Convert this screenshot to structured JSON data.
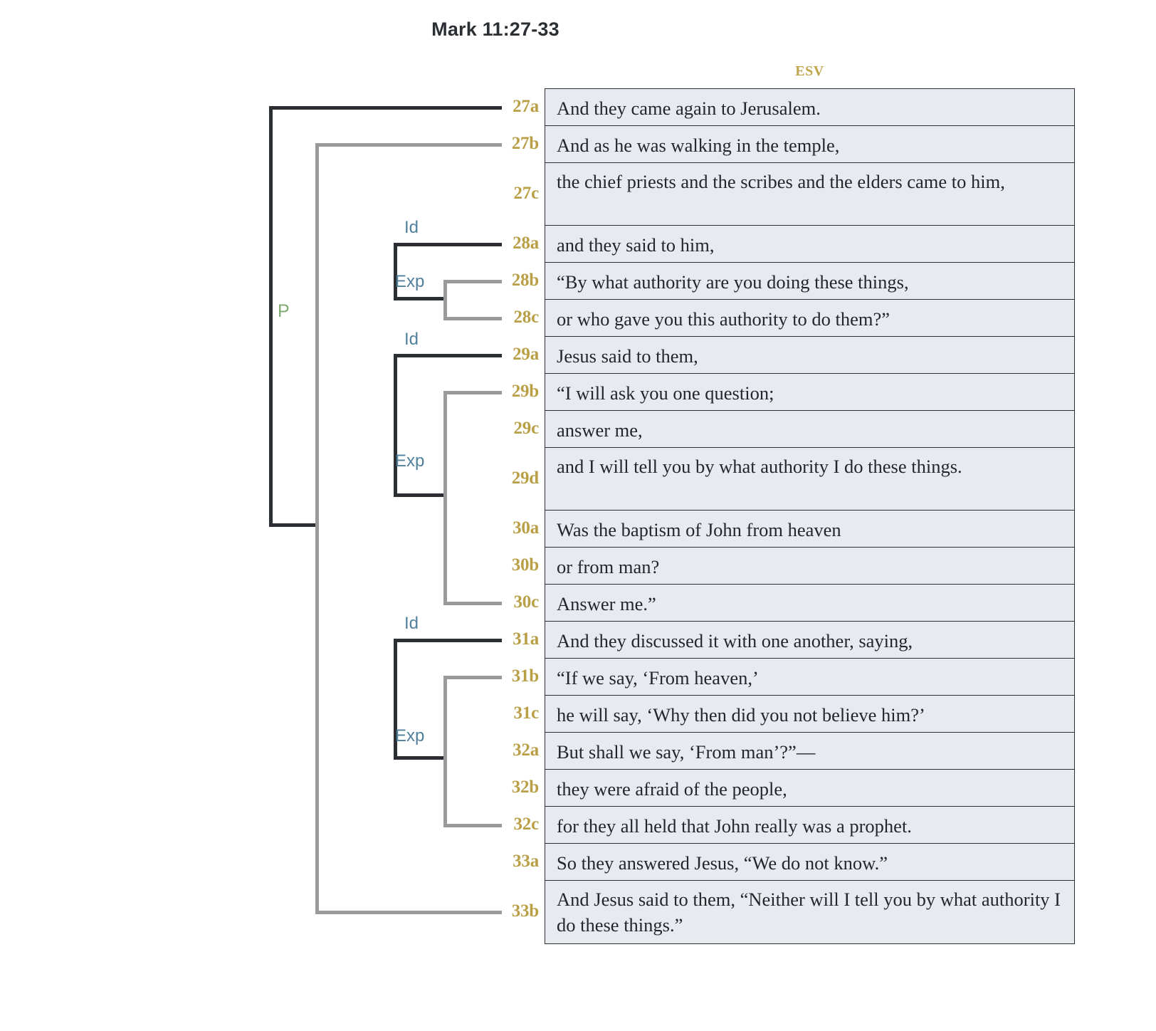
{
  "header": {
    "title": "Mark 11:27-33",
    "version_label": "ESV"
  },
  "colors": {
    "bracket_dark": "#2b2e33",
    "bracket_gray": "#9a9a9a",
    "reference_gold": "#b99f46",
    "relation_blue": "#52809c",
    "relation_green_p": "#7fab72",
    "cell_background": "#e7ebef",
    "text": "#24262b"
  },
  "rows": [
    {
      "ref": "27a",
      "text": "And they came again to Jerusalem.",
      "lines": 1
    },
    {
      "ref": "27b",
      "text": "And as he was walking in the temple,",
      "lines": 1
    },
    {
      "ref": "27c",
      "text": "the chief priests and the scribes and the elders came to him,",
      "lines": 2
    },
    {
      "ref": "28a",
      "text": "and they said to him,",
      "lines": 1
    },
    {
      "ref": "28b",
      "text": "“By what authority are you doing these things,",
      "lines": 1
    },
    {
      "ref": "28c",
      "text": "or who gave you this authority to do them?”",
      "lines": 1
    },
    {
      "ref": "29a",
      "text": "Jesus said to them,",
      "lines": 1
    },
    {
      "ref": "29b",
      "text": "“I will ask you one question;",
      "lines": 1
    },
    {
      "ref": "29c",
      "text": "answer me,",
      "lines": 1
    },
    {
      "ref": "29d",
      "text": "and I will tell you by what authority I do these things.",
      "lines": 2
    },
    {
      "ref": "30a",
      "text": "Was the baptism of John from heaven",
      "lines": 1
    },
    {
      "ref": "30b",
      "text": "or from man?",
      "lines": 1
    },
    {
      "ref": "30c",
      "text": "Answer me.”",
      "lines": 1
    },
    {
      "ref": "31a",
      "text": "And they discussed it with one another, saying,",
      "lines": 1
    },
    {
      "ref": "31b",
      "text": "“If we say, ‘From heaven,’",
      "lines": 1
    },
    {
      "ref": "31c",
      "text": "he will say, ‘Why then did you not believe him?’",
      "lines": 1
    },
    {
      "ref": "32a",
      "text": "But shall we say, ‘From man’?”—",
      "lines": 1
    },
    {
      "ref": "32b",
      "text": "they were afraid of the people,",
      "lines": 1
    },
    {
      "ref": "32c",
      "text": "for they all held that John really was a prophet.",
      "lines": 1
    },
    {
      "ref": "33a",
      "text": "So they answered Jesus, “We do not know.”",
      "lines": 1
    },
    {
      "ref": "33b",
      "text": "And Jesus said to them, “Neither will I tell you by what authority I do these things.”",
      "lines": 2
    }
  ],
  "relations": [
    {
      "id": "p",
      "label": "P",
      "kind": "green"
    },
    {
      "id": "id1",
      "label": "Id",
      "kind": "blue"
    },
    {
      "id": "exp1",
      "label": "Exp",
      "kind": "blue"
    },
    {
      "id": "id2",
      "label": "Id",
      "kind": "blue"
    },
    {
      "id": "exp2",
      "label": "Exp",
      "kind": "blue"
    },
    {
      "id": "id3",
      "label": "Id",
      "kind": "blue"
    },
    {
      "id": "exp3",
      "label": "Exp",
      "kind": "blue"
    }
  ]
}
